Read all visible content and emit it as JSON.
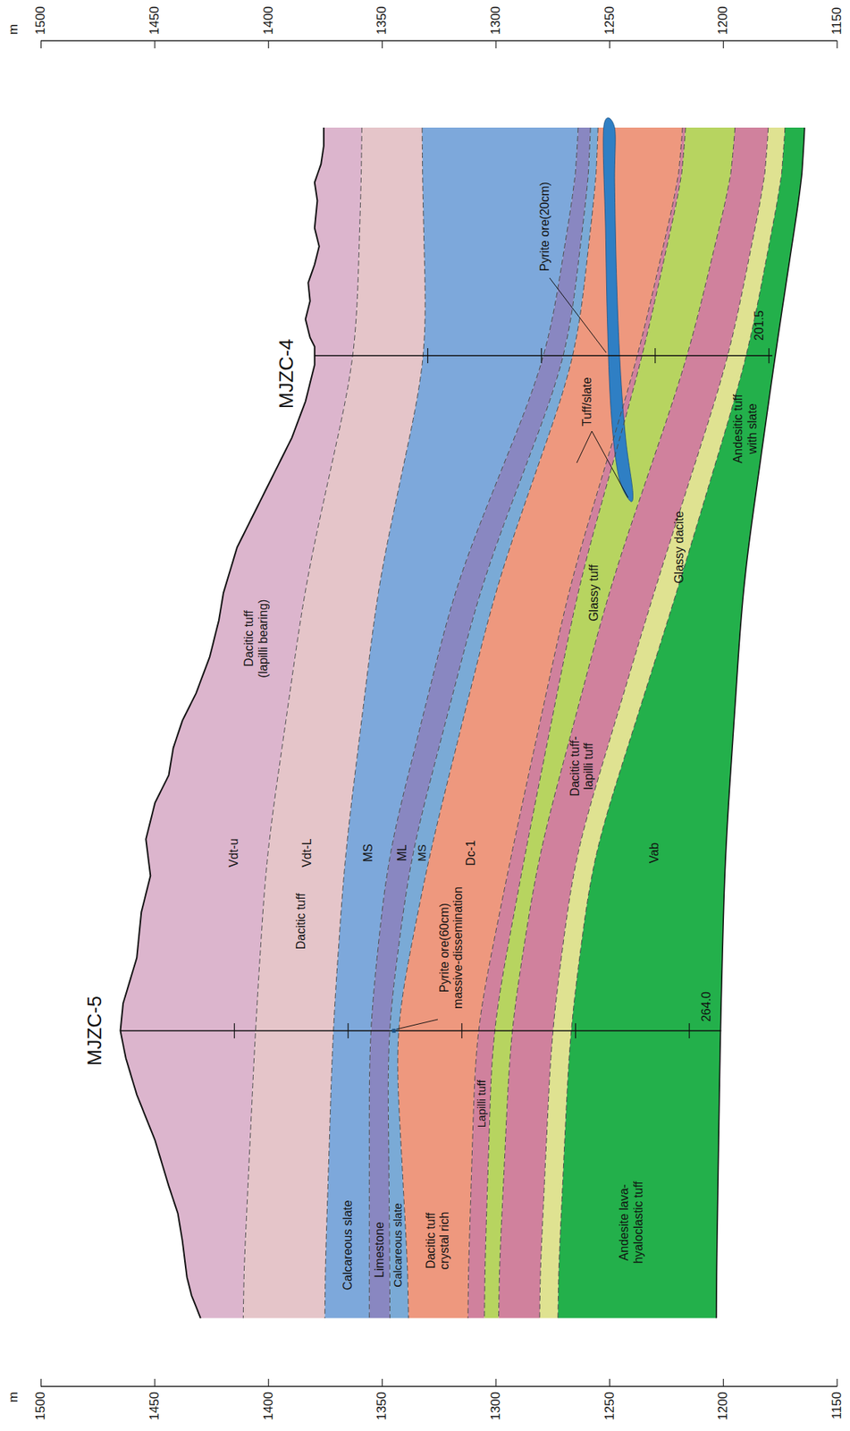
{
  "diagram": {
    "nodes": [
      {
        "text": [
          "Dacitic tuff (lapilli bearing)",
          "Vdt-u"
        ]
      },
      {
        "text": [
          "Dacitic tuff",
          "Vdt-L"
        ]
      },
      {
        "text": [
          "Calcareous slate",
          "MS"
        ]
      },
      {
        "text": [
          "Limestone",
          "ML"
        ]
      },
      {
        "text": [
          "Calcareous slate",
          "MS"
        ]
      },
      {
        "text": [
          "Dacitic tuff crystal rich",
          "Dc-1"
        ]
      },
      {
        "text": [
          "Lapilli tuff"
        ]
      },
      {
        "text": [
          "Glassy tuff"
        ]
      },
      {
        "text": [
          "Dacitic tuff-lapilli tuff"
        ]
      },
      {
        "text": [
          "Glassy dacite"
        ]
      },
      {
        "text": [
          "Andesite lava-hyaloclastic tuff",
          "Vab",
          "Andesitic tuff with slate"
        ]
      }
    ],
    "labels": [
      "MJZC-5",
      "MJZC-4",
      "Pyrite ore(60cm) massive-dissemination",
      "Pyrite ore(20cm)",
      "Tuff/slate",
      "264.0",
      "201.5",
      "m",
      "1500",
      "1450",
      "1400",
      "1350",
      "1300",
      "1250",
      "1200",
      "1150",
      "m",
      "1500",
      "1450",
      "1400",
      "1350",
      "1300",
      "1250",
      "1200",
      "1150"
    ]
  }
}
